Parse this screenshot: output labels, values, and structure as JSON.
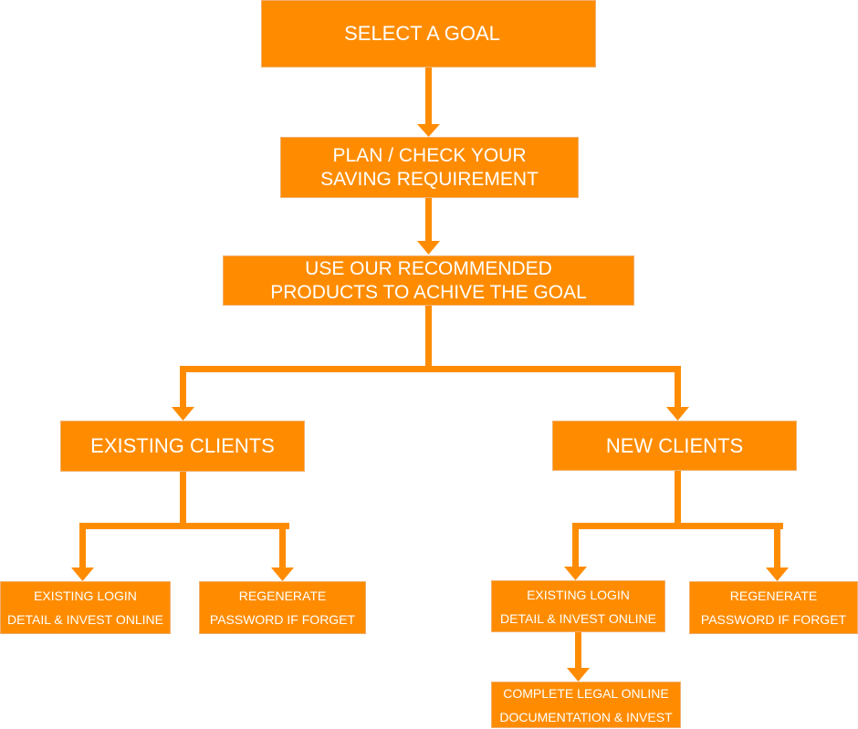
{
  "colors": {
    "box": "#FF8C00",
    "connector": "#FF8C00",
    "text": "#FFFFFF"
  },
  "goal": {
    "label": "SELECT A GOAL"
  },
  "plan": {
    "line1": "PLAN / CHECK YOUR",
    "line2": "SAVING REQUIREMENT"
  },
  "products": {
    "line1": "USE OUR RECOMMENDED",
    "line2": "PRODUCTS TO ACHIVE THE GOAL"
  },
  "existing_clients": {
    "label": "EXISTING CLIENTS"
  },
  "new_clients": {
    "label": "NEW CLIENTS"
  },
  "existing_login_a": {
    "line1": "EXISTING LOGIN",
    "line2": "DETAIL &  INVEST ONLINE"
  },
  "regenerate_a": {
    "line1": "REGENERATE",
    "line2": "PASSWORD IF FORGET"
  },
  "existing_login_b": {
    "line1": "EXISTING LOGIN",
    "line2": "DETAIL & INVEST ONLINE"
  },
  "regenerate_b": {
    "line1": "REGENERATE",
    "line2": "PASSWORD IF FORGET"
  },
  "complete_legal": {
    "line1": "COMPLETE LEGAL ONLINE",
    "line2": "DOCUMENTATION & INVEST"
  }
}
